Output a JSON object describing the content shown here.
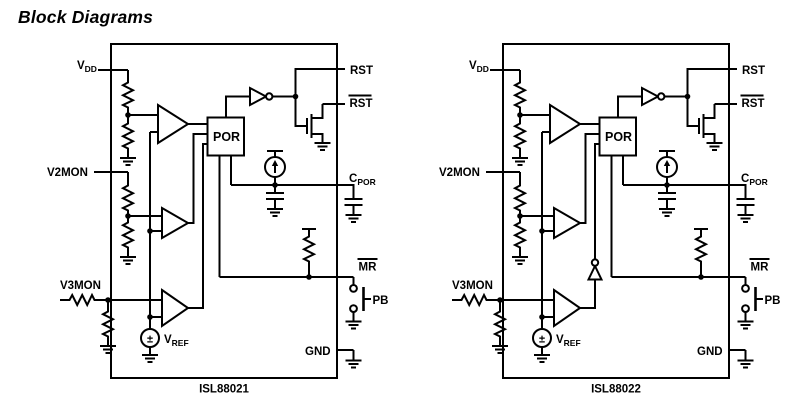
{
  "page": {
    "title": "Block Diagrams",
    "background": "#ffffff",
    "ink": "#000000"
  },
  "shared_labels": {
    "vdd_main": "V",
    "vdd_sub": "DD",
    "v2mon": "V2MON",
    "v3mon": "V3MON",
    "rst": "RST",
    "rst_bar": "RST",
    "cpor_main": "C",
    "cpor_sub": "POR",
    "mr_bar": "MR",
    "pb": "PB",
    "gnd": "GND",
    "por_block": "POR",
    "vref_main": "V",
    "vref_sub": "REF",
    "vref_polarity": "±"
  },
  "diagrams": [
    {
      "part_number": "ISL88021"
    },
    {
      "part_number": "ISL88022"
    }
  ]
}
